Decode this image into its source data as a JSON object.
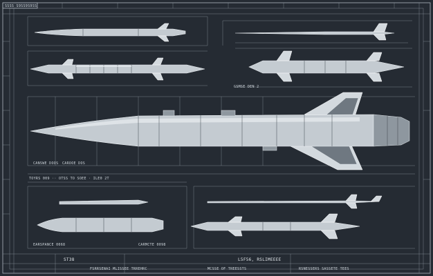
{
  "sheet": {
    "title_block_left": "ST38",
    "title_block_right": "L5F56, RSLIMEEEE",
    "header_tab": "SSSS S9SS9S9SS"
  },
  "labels": {
    "mid_left_a": "CANSWE DOOS",
    "mid_left_b": "CAROOE DOS",
    "top_right_caption": "GSMSE DEN 2",
    "mid_note": "TOYRS 009 ·· OTSS TO SOEE · ILE0 2T",
    "bottom_left_a": "EARSPANCE 0068",
    "bottom_left_b": "CARMCTE 0098",
    "footer_left": "FSRRSENAI   MLISSEE TRREHRC",
    "footer_mid": "MCSSE OF TREESSTS",
    "footer_right": "RSNESSERS SASSETE TEES"
  },
  "colors": {
    "background": "#252b33",
    "line": "#aeb7c0",
    "metal": "#c4cbd1",
    "metal_dark": "#8e979f"
  }
}
